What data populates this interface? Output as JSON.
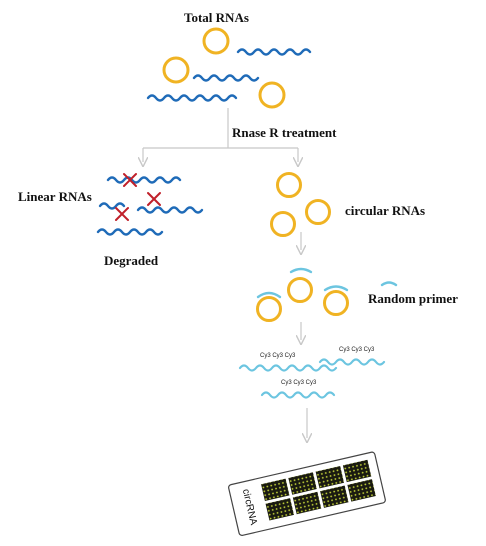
{
  "labels": {
    "total_rnas": "Total RNAs",
    "rnase_r_treatment": "Rnase R treatment",
    "linear_rnas": "Linear RNAs",
    "degraded": "Degraded",
    "circular_rnas": "circular RNAs",
    "random_primer": "Random primer",
    "chip": "circRNA"
  },
  "cy3_labels": [
    "Cy3 Cy3 Cy3",
    "Cy3 Cy3 Cy3",
    "Cy3 Cy3 Cy3"
  ],
  "colors": {
    "circle": "#F0B323",
    "linear_rna": "#1F6BB8",
    "primer": "#6CC5E0",
    "degraded_mark": "#C0202A",
    "arrow": "#C8C8C8",
    "chip_spot": "#C8D83A"
  }
}
